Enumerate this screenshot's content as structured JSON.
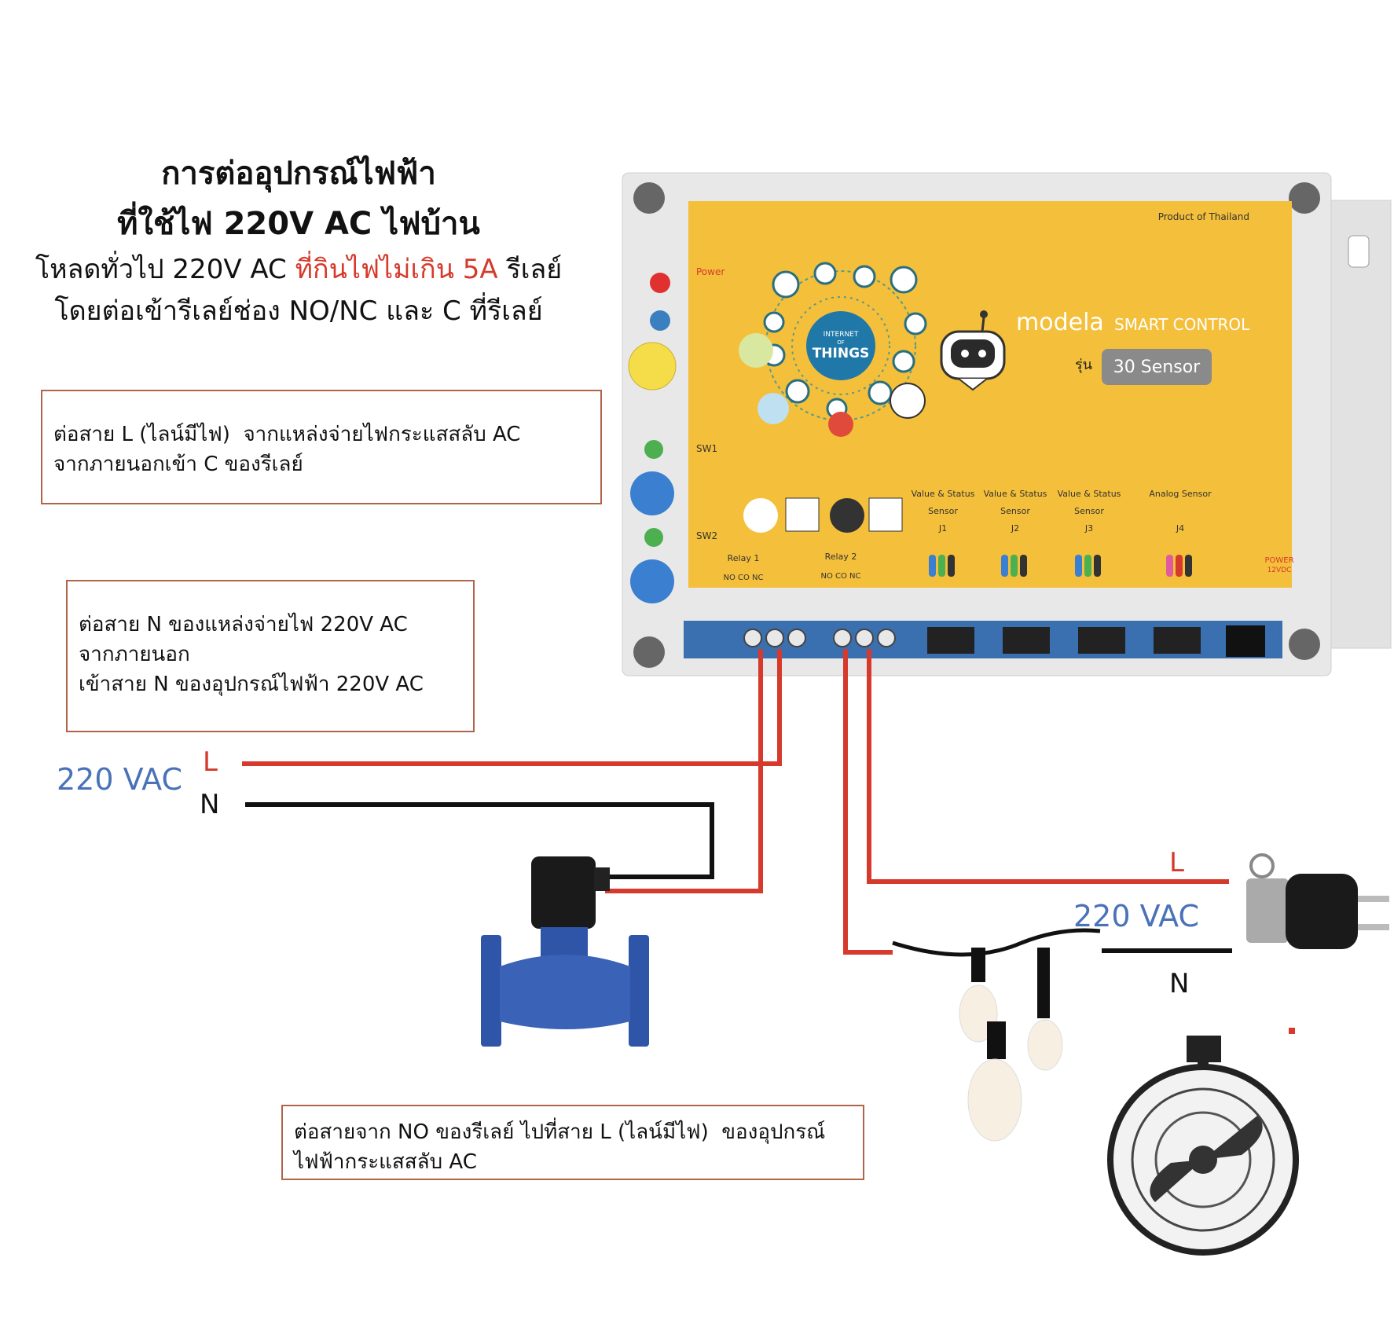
{
  "heading": {
    "line1": "การต่ออุปกรณ์ไฟฟ้า",
    "line2": "ที่ใช้ไฟ 220V AC ไฟบ้าน",
    "line3_a": "โหลดทั่วไป 220V AC ",
    "line3_b": "ที่กินไฟไม่เกิน 5A",
    "line3_c": " รีเลย์",
    "line4": "โดยต่อเข้ารีเลย์ช่อง NO/NC และ C ที่รีเลย์"
  },
  "notes": {
    "note1": [
      "ต่อสาย L (ไลน์มีไฟ)  จากแหล่งจ่ายไฟกระแสสลับ AC",
      "จากภายนอกเข้า C ของรีเลย์"
    ],
    "note2": [
      "ต่อสาย N ของแหล่งจ่ายไฟ 220V AC",
      "จากภายนอก",
      "เข้าสาย N ของอุปกรณ์ไฟฟ้า 220V AC"
    ],
    "note3": [
      "ต่อสายจาก NO ของรีเลย์ ไปที่สาย L (ไลน์มีไฟ)  ของอุปกรณ์",
      "ไฟฟ้ากระแสสลับ AC"
    ]
  },
  "supply_left": {
    "voltage": "220 VAC",
    "line": "L",
    "neutral": "N"
  },
  "supply_right": {
    "voltage": "220 VAC",
    "line": "L",
    "neutral": "N"
  },
  "device": {
    "made_in": "Product of Thailand",
    "brand": "modela",
    "product": "SMART CONTROL",
    "model_prefix": "รุ่น",
    "model": "30 Sensor",
    "iot_line1": "INTERNET",
    "iot_line2": "OF",
    "iot_line3": "THINGS",
    "power_label": "Power",
    "sw1": "SW1",
    "sw2": "SW2",
    "relay1": "Relay 1",
    "relay2": "Relay 2",
    "relay_pins": "NO  CO  NC",
    "ports": [
      {
        "title": "Value & Status",
        "sub": "Sensor",
        "id": "J1"
      },
      {
        "title": "Value & Status",
        "sub": "Sensor",
        "id": "J2"
      },
      {
        "title": "Value & Status",
        "sub": "Sensor",
        "id": "J3"
      },
      {
        "title": "Analog Sensor",
        "sub": "",
        "id": "J4"
      }
    ],
    "power_in": "POWER",
    "power_in_v": "12VDC"
  },
  "colors": {
    "live": "#d63a2c",
    "neutral": "#111111",
    "panel": "#f4bf3a",
    "label_blue": "#4a72b8"
  }
}
